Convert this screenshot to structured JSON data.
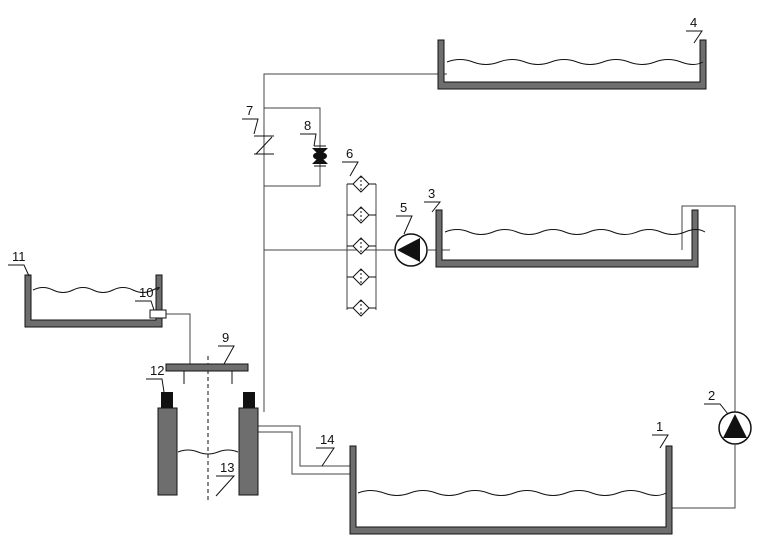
{
  "labels": {
    "l1": "1",
    "l2": "2",
    "l3": "3",
    "l4": "4",
    "l5": "5",
    "l6": "6",
    "l7": "7",
    "l8": "8",
    "l9": "9",
    "l10": "10",
    "l11": "11",
    "l12": "12",
    "l13": "13",
    "l14": "14"
  },
  "colors": {
    "tank_wall": "#6e6e6e",
    "line": "#111111",
    "background": "#ffffff"
  }
}
